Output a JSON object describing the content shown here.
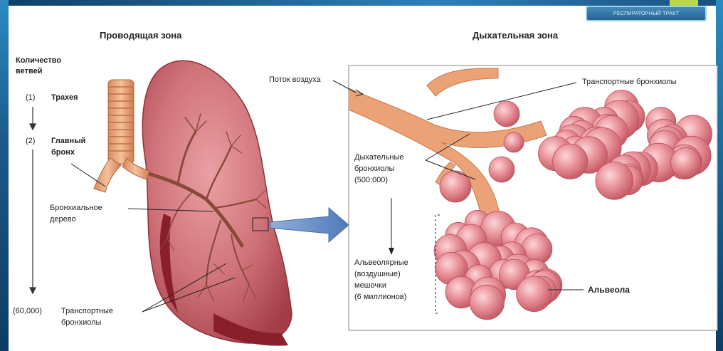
{
  "badge": {
    "label": "РЕСПИРАТОРНЫЙ ТРАКТ"
  },
  "headings": {
    "conducting_zone": "Проводящая зона",
    "respiratory_zone": "Дыхательная зона"
  },
  "branch_count": {
    "label_line1": "Количество",
    "label_line2": "ветвей"
  },
  "levels": {
    "trachea": {
      "count": "(1)",
      "label": "Трахея"
    },
    "main_bronchus": {
      "count": "(2)",
      "label_line1": "Главный",
      "label_line2": "бронх"
    },
    "transport": {
      "count": "(60,000)",
      "label_line1": "Транспортные",
      "label_line2": "бронхиолы"
    }
  },
  "labels": {
    "bronchial_tree_line1": "Бронхиальное",
    "bronchial_tree_line2": "дерево",
    "air_flow": "Поток воздуха",
    "transport_bronchioles": "Транспортные бронхиолы",
    "resp_bronchioles_line1": "Дыхательные",
    "resp_bronchioles_line2": "бронхиолы",
    "resp_bronchioles_count": "(500:000)",
    "alveolar_sacs_line1": "Альвеолярные",
    "alveolar_sacs_line2": "(воздушные)",
    "alveolar_sacs_line3": "мешочки",
    "alveolar_sacs_line4": "(6 миллионов)",
    "alveolus": "Альвеола"
  },
  "colors": {
    "lung": "#c8656c",
    "lung_dark": "#9c2a35",
    "bronchi": "#e9a47a",
    "alveoli": "#e58a92",
    "arrow": "#6f94c9"
  }
}
